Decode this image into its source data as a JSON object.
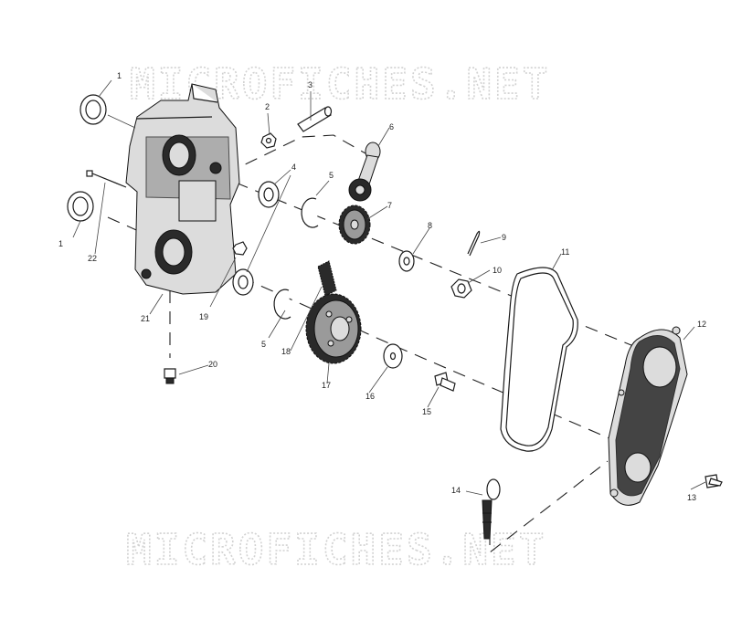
{
  "watermark": {
    "top": "MICROFICHES.NET",
    "bottom": "MICROFICHES.NET"
  },
  "callouts": {
    "c1a": "1",
    "c1b": "1",
    "c2": "2",
    "c3": "3",
    "c4": "4",
    "c5a": "5",
    "c5b": "5",
    "c6": "6",
    "c7": "7",
    "c8": "8",
    "c9": "9",
    "c10": "10",
    "c11": "11",
    "c12": "12",
    "c13": "13",
    "c14": "14",
    "c15": "15",
    "c16": "16",
    "c17": "17",
    "c18": "18",
    "c19": "19",
    "c20": "20",
    "c21": "21",
    "c22": "22"
  }
}
